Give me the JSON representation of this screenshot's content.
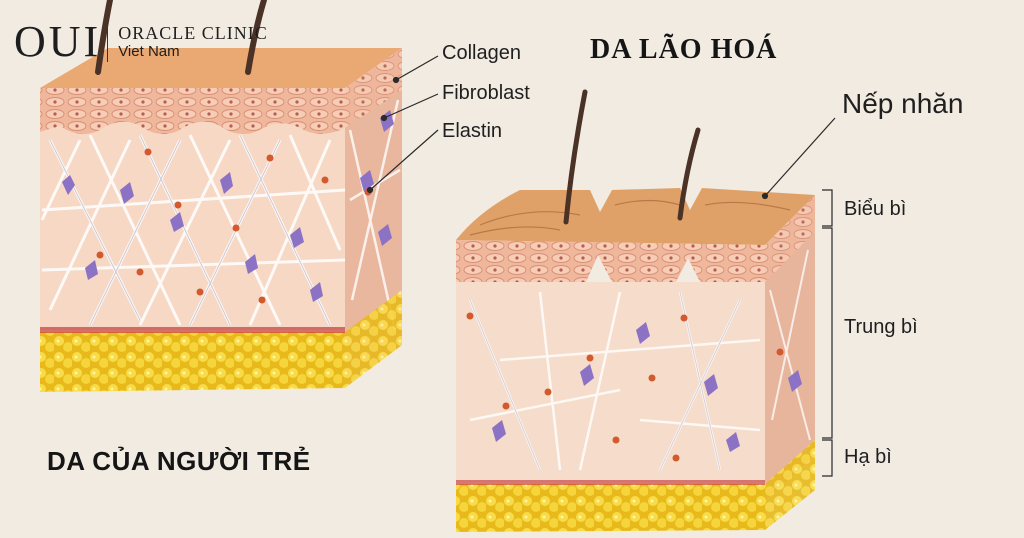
{
  "brand": {
    "logo_mark": "OUI",
    "name_line1": "ORACLE CLINIC",
    "name_line2": "Viet Nam"
  },
  "diagram": {
    "young_skin_title": "DA CỦA NGƯỜI TRẺ",
    "aged_skin_title": "DA LÃO HOÁ",
    "fiber_labels": {
      "collagen": "Collagen",
      "fibroblast": "Fibroblast",
      "elastin": "Elastin"
    },
    "wrinkle_label": "Nếp nhăn",
    "layers": {
      "epidermis": "Biểu bì",
      "dermis": "Trung bì",
      "hypodermis": "Hạ bì"
    }
  },
  "colors": {
    "background": "#f1ebe2",
    "skin_top": "#e8a872",
    "dermis": "#f6d9c6",
    "epidermis_cells": "#f0b79d",
    "fat": "#f4cf2c",
    "fibroblast": "#8c72c4",
    "elastin_dot": "#d3592e"
  }
}
